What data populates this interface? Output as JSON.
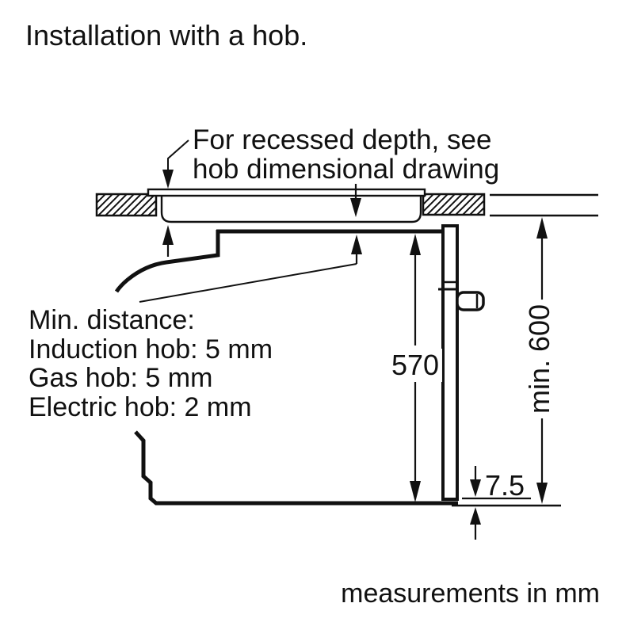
{
  "title": "Installation with a hob.",
  "annotations": {
    "recessed_depth_note": {
      "line1": "For recessed depth, see",
      "line2": "hob dimensional drawing"
    },
    "min_distance": {
      "heading": "Min. distance:",
      "items": [
        "Induction hob: 5 mm",
        "Gas hob: 5 mm",
        "Electric hob: 2 mm"
      ]
    },
    "footer": "measurements in mm"
  },
  "dimensions": {
    "oven_front_height_mm": "570",
    "niche_height_label": "min. 600",
    "bottom_overhang_mm": "7.5"
  },
  "colors": {
    "line": "#111111",
    "background": "#ffffff"
  }
}
